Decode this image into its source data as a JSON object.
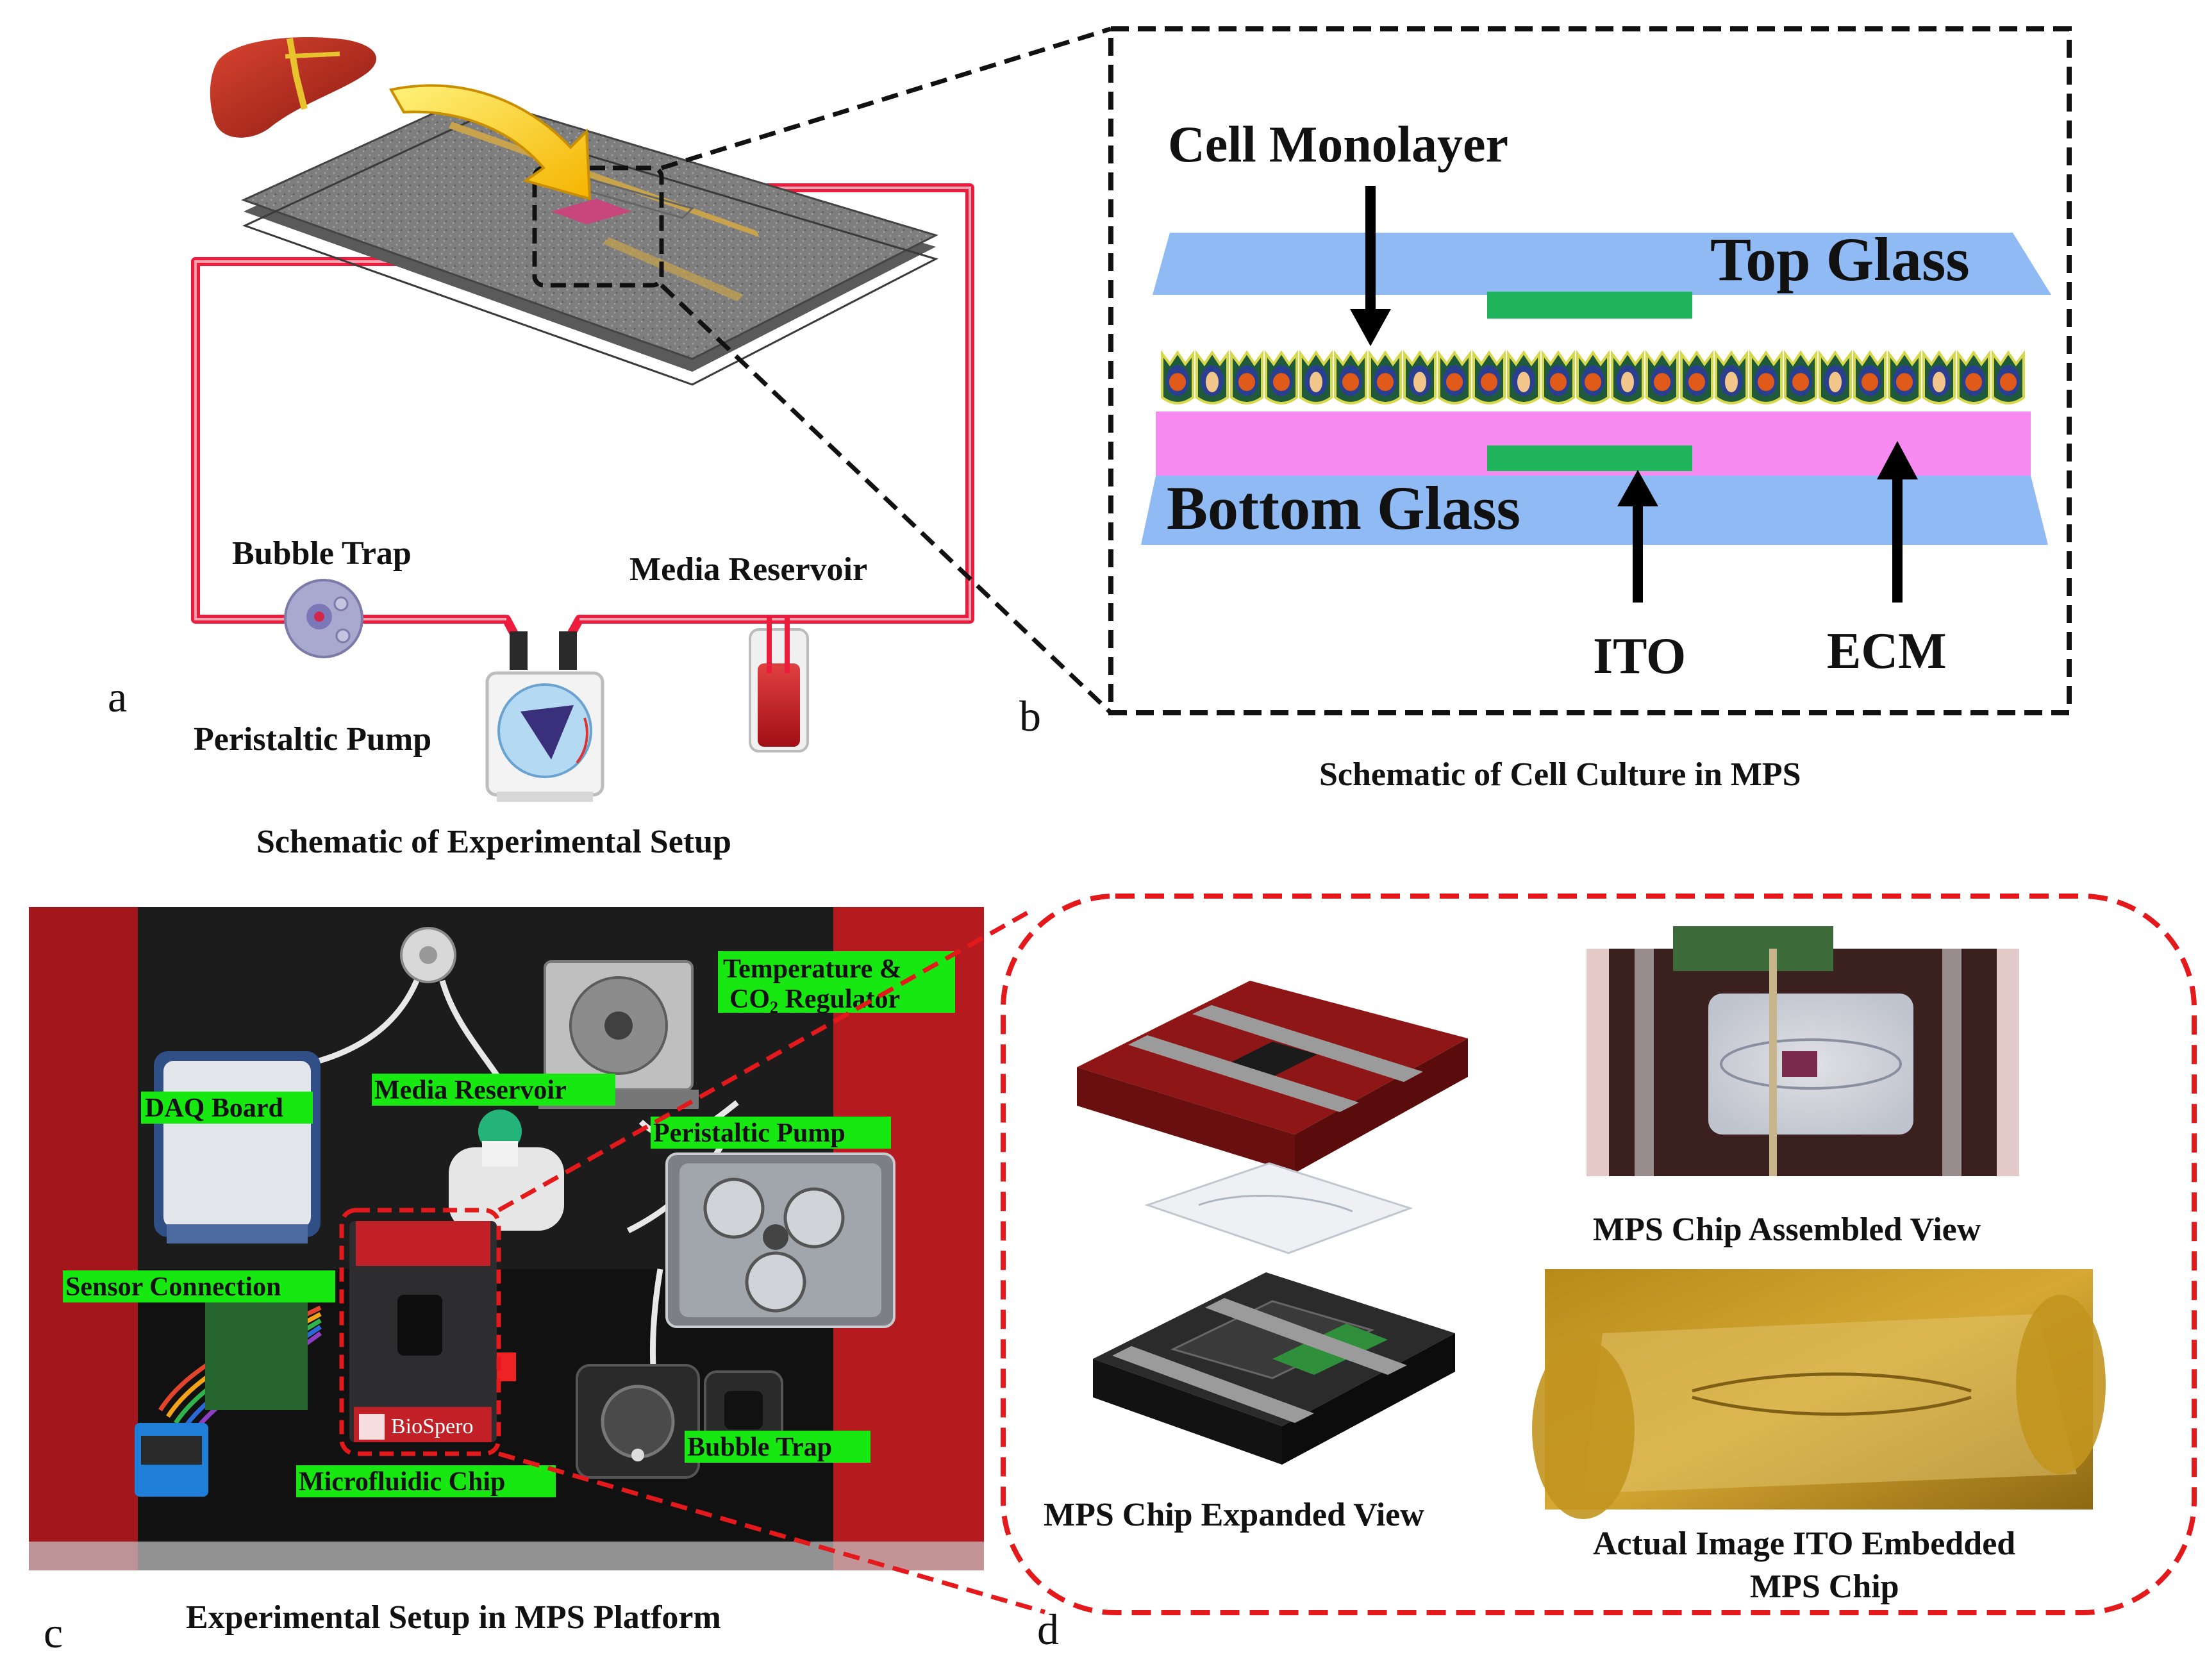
{
  "panel_a": {
    "letter": "a",
    "labels": {
      "bubble_trap": "Bubble Trap",
      "media_reservoir": "Media Reservoir",
      "peristaltic_pump": "Peristaltic Pump"
    },
    "caption": "Schematic of Experimental Setup"
  },
  "panel_b": {
    "letter": "b",
    "labels": {
      "cell_monolayer": "Cell Monolayer",
      "top_glass": "Top Glass",
      "bottom_glass": "Bottom Glass",
      "ito": "ITO",
      "ecm": "ECM"
    },
    "caption": "Schematic of Cell Culture in MPS"
  },
  "panel_c": {
    "letter": "c",
    "tags": {
      "temperature": "Temperature &",
      "co2": "CO",
      "co2_sub": "2",
      "co2_rest": " Regulator",
      "daq": "DAQ Board",
      "media_reservoir": "Media Reservoir",
      "peristaltic_pump": "Peristaltic Pump",
      "sensor_connection": "Sensor Connection",
      "bubble_trap": "Bubble Trap",
      "microfluidic_chip": "Microfluidic Chip"
    },
    "brand": "BioSpero",
    "caption": "Experimental Setup in MPS Platform"
  },
  "panel_d": {
    "letter": "d",
    "labels": {
      "expanded_view": "MPS Chip Expanded View",
      "assembled_view": "MPS Chip Assembled View",
      "actual_image_line1": "Actual Image ITO Embedded",
      "actual_image_line2": "MPS Chip"
    }
  },
  "colors": {
    "tubing": "#ec1c3c",
    "glass": "#8fbaf4",
    "ecm": "#f68af0",
    "ito": "#1fb35c",
    "callout_black": "#111111",
    "callout_red": "#e3191c",
    "tag_green": "#18e812",
    "photo_red": "#d81f22"
  }
}
